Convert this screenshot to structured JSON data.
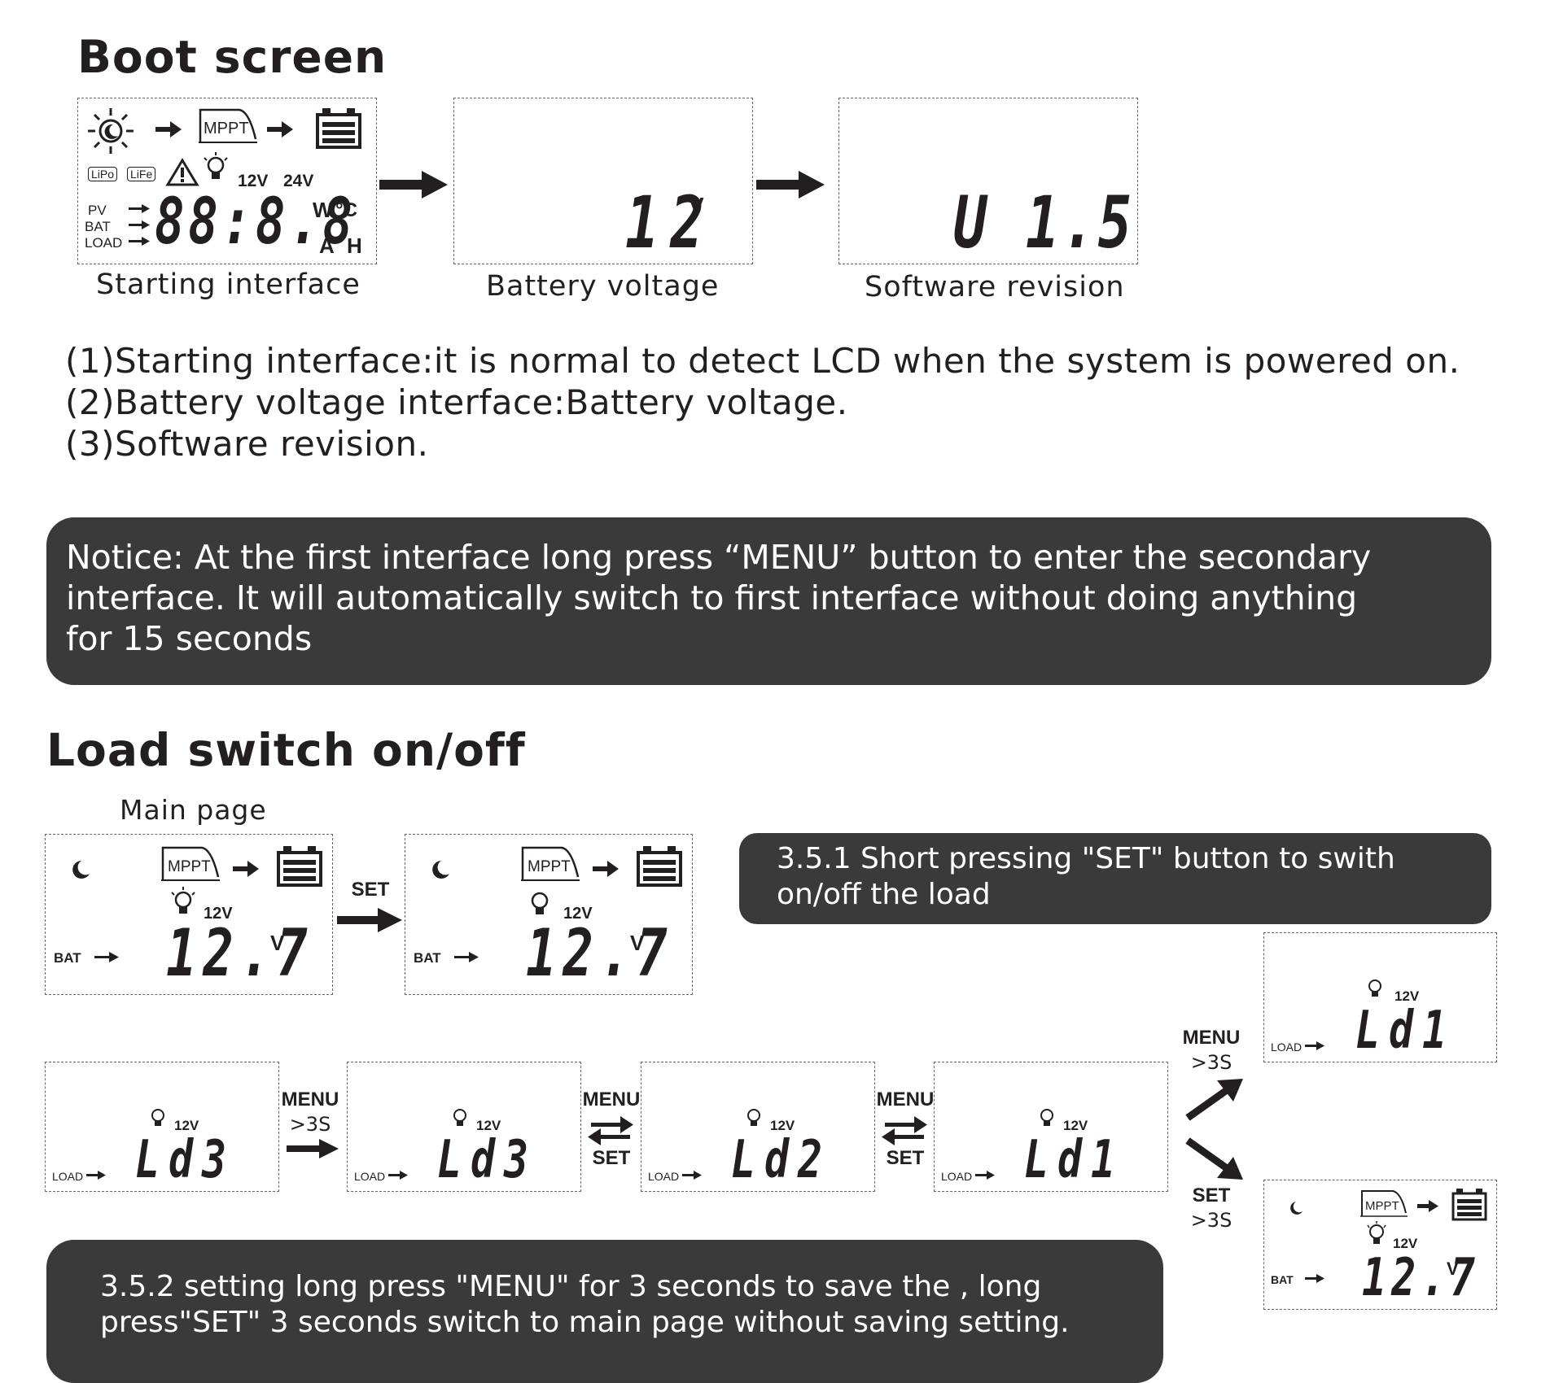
{
  "boot": {
    "title": "Boot screen",
    "screens": [
      {
        "caption": "Starting interface"
      },
      {
        "caption": "Battery voltage"
      },
      {
        "caption": "Software revision"
      }
    ],
    "lcd_start": {
      "mppt": "MPPT",
      "lipo": "LiPo",
      "life": "LiFe",
      "v12": "12V",
      "v24": "24V",
      "pv": "PV",
      "bat": "BAT",
      "load": "LOAD",
      "digits": "88:8.8",
      "w": "W",
      "c": "°C",
      "a": "A",
      "h": "H"
    },
    "lcd_battery": {
      "value": "12",
      "unit": "V"
    },
    "lcd_software": {
      "value": "U 1.5"
    },
    "notes": [
      "(1)Starting interface:it is normal to detect LCD when the system is powered on.",
      "(2)Battery voltage interface:Battery voltage.",
      "(3)Software revision."
    ]
  },
  "notice": {
    "lines": [
      "Notice: At the first  interface long press “MENU”  button to enter the secondary",
      "interface.  It will automatically switch to first interface without doing anything",
      "for 15 seconds"
    ]
  },
  "load": {
    "title": "Load switch on/off",
    "main_page_label": "Main page",
    "set_label": "SET",
    "menu_label": "MENU",
    "hold_label": ">3S",
    "note_351": [
      "3.5.1 Short pressing \"SET\" button to swith",
      "on/off the load"
    ],
    "note_352": [
      "3.5.2 setting long press \"MENU\" for 3 seconds to save the , long",
      "press\"SET\" 3 seconds switch to main page without saving setting."
    ],
    "main_lcd": {
      "mppt": "MPPT",
      "v12": "12V",
      "bat": "BAT",
      "value": "12.7",
      "unit": "V"
    },
    "ld_lcd": {
      "v12": "12V",
      "load": "LOAD",
      "ld3": "Ld3",
      "ld2": "Ld2",
      "ld1": "Ld1"
    }
  },
  "icons": [
    "sun-icon",
    "moon-icon",
    "mppt-icon",
    "battery-icon",
    "warning-icon",
    "bulb-icon",
    "arrow-right-icon",
    "swap-arrows-icon"
  ]
}
